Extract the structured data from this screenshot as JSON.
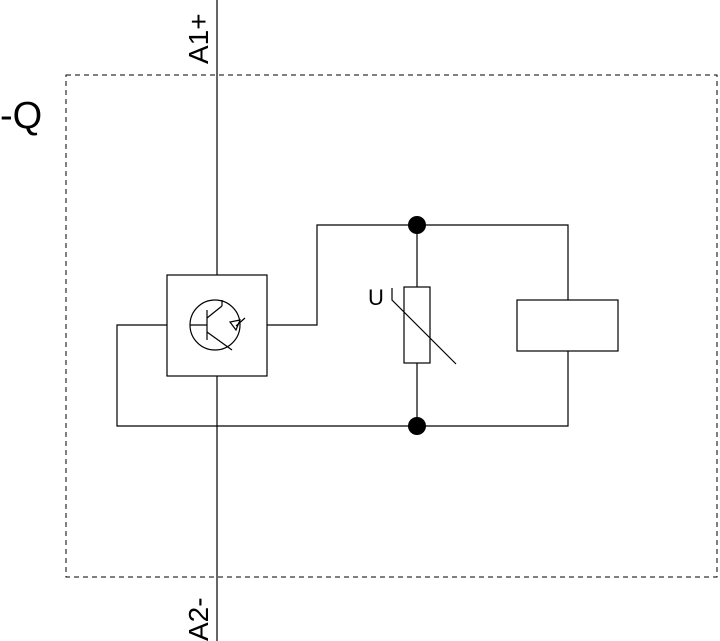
{
  "labels": {
    "device": "-Q",
    "terminal_top": "A1+",
    "terminal_bottom": "A2-",
    "varistor": "U"
  },
  "colors": {
    "line": "#000000",
    "background": "#ffffff"
  }
}
